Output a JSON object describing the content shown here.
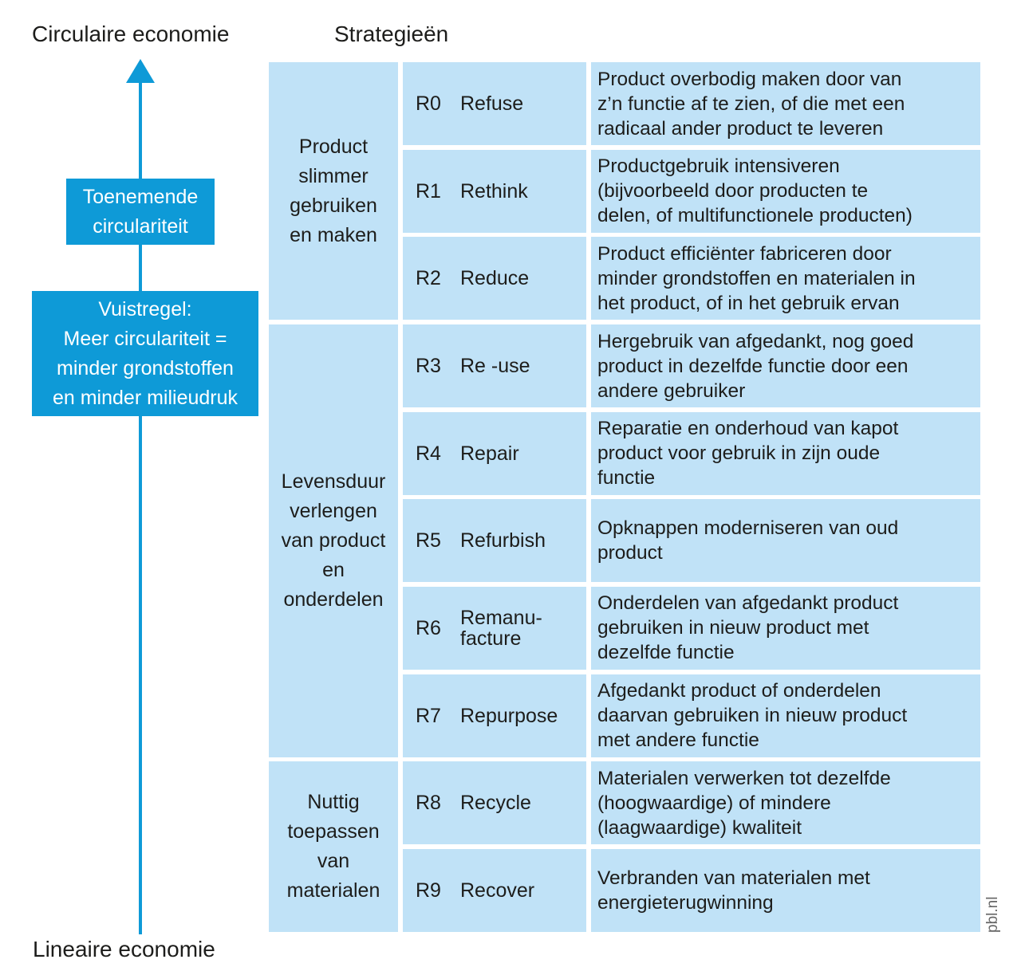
{
  "header": {
    "top_label": "Circulaire economie",
    "strategies_label": "Strategieën",
    "bottom_label": "Lineaire economie"
  },
  "axis": {
    "box1": [
      "Toenemende",
      "circulariteit"
    ],
    "box2": [
      "Vuistregel:",
      "Meer circulariteit =",
      "minder grondstoffen",
      "en minder milieudruk"
    ]
  },
  "groups": [
    {
      "lines": [
        "Product",
        "slimmer",
        "gebruiken",
        "en maken"
      ]
    },
    {
      "lines": [
        "Levensduur",
        "verlengen",
        "van product",
        "en",
        "onderdelen"
      ]
    },
    {
      "lines": [
        "Nuttig",
        "toepassen",
        "van",
        "materialen"
      ]
    }
  ],
  "strategies": [
    {
      "code": "R0",
      "name": [
        "Refuse"
      ],
      "desc": [
        "Product overbodig maken door van",
        "z’n functie af te zien, of die met een",
        "radicaal ander product te leveren"
      ]
    },
    {
      "code": "R1",
      "name": [
        "Rethink"
      ],
      "desc": [
        "Productgebruik intensiveren",
        "(bijvoorbeeld door producten te",
        "delen, of multifunctionele producten)"
      ]
    },
    {
      "code": "R2",
      "name": [
        "Reduce"
      ],
      "desc": [
        "Product efficiënter fabriceren door",
        "minder grondstoffen en materialen in",
        "het product, of in het gebruik ervan"
      ]
    },
    {
      "code": "R3",
      "name": [
        "Re -use"
      ],
      "desc": [
        "Hergebruik van afgedankt, nog goed",
        "product in dezelfde functie door een",
        "andere gebruiker"
      ]
    },
    {
      "code": "R4",
      "name": [
        "Repair"
      ],
      "desc": [
        "Reparatie en onderhoud van kapot",
        "product voor gebruik in zijn oude",
        "functie"
      ]
    },
    {
      "code": "R5",
      "name": [
        "Refurbish"
      ],
      "desc": [
        "Opknappen moderniseren van oud",
        "product"
      ]
    },
    {
      "code": "R6",
      "name": [
        "Remanu-",
        "facture"
      ],
      "desc": [
        "Onderdelen  van afgedankt product",
        "gebruiken in nieuw product met",
        "dezelfde functie"
      ]
    },
    {
      "code": "R7",
      "name": [
        "Repurpose"
      ],
      "desc": [
        "Afgedankt product of onderdelen",
        "daarvan gebruiken in nieuw product",
        "met andere functie"
      ]
    },
    {
      "code": "R8",
      "name": [
        "Recycle"
      ],
      "desc": [
        "Materialen verwerken  tot  dezelfde",
        "(hoogwaardige) of mindere",
        "(laagwaardige) kwaliteit"
      ]
    },
    {
      "code": "R9",
      "name": [
        "Recover"
      ],
      "desc": [
        "Verbranden van materialen met",
        "energieterugwinning"
      ]
    }
  ],
  "footer": {
    "source": "pbl.nl"
  },
  "colors": {
    "dark_blue": "#0e9ad7",
    "light_blue": "#c0e2f7"
  }
}
